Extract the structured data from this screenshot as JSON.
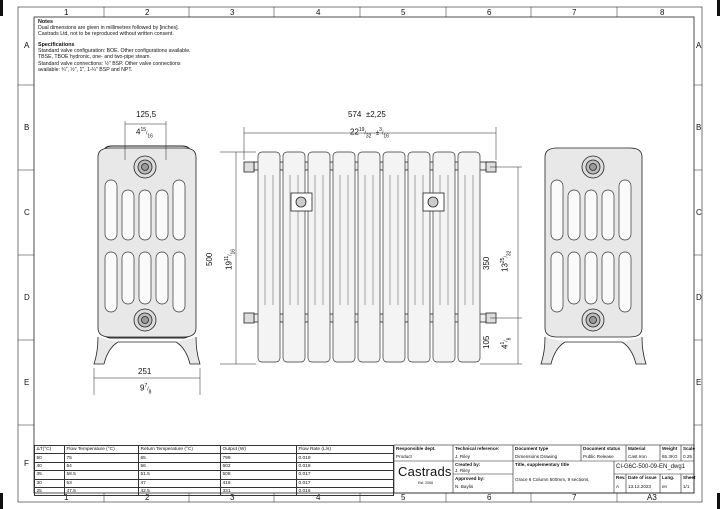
{
  "notes": {
    "heading": "Notes",
    "lines": [
      "Dual dimensions are given in millimetres followed by [inches].",
      "Castrads Ltd, not to be reproduced without written consent."
    ],
    "spec_heading": "Specifications",
    "spec_lines": [
      "Standard valve configuration: BOE. Other configurations available.",
      "TBSE, TBOE hydronic, one- and two-pipe steam.",
      "Standard valve connections: ½\" BSP. Other valve connections",
      "available: ¾\", ½\", 1\", 1-¼\" BSP and NPT."
    ]
  },
  "grid": {
    "columns": [
      "1",
      "2",
      "3",
      "4",
      "5",
      "6",
      "7",
      "8"
    ],
    "rows": [
      "A",
      "B",
      "C",
      "D",
      "E",
      "F"
    ]
  },
  "dimensions": {
    "side_depth_mm": "125,5",
    "side_depth_in_whole": "4",
    "side_depth_in_num": "15",
    "side_depth_in_den": "16",
    "width_mm": "574",
    "width_tol_mm": "±2,25",
    "width_in_whole": "22",
    "width_in_num": "19",
    "width_in_den": "32",
    "width_tol_in_num": "3",
    "width_tol_in_den": "16",
    "height_mm": "500",
    "height_in_whole": "19",
    "height_in_num": "11",
    "height_in_den": "16",
    "centers_mm": "350",
    "centers_in_whole": "13",
    "centers_in_num": "25",
    "centers_in_den": "32",
    "floor_mm": "105",
    "floor_in_whole": "4",
    "floor_in_num": "1",
    "floor_in_den": "8",
    "foot_mm": "251",
    "foot_in_whole": "9",
    "foot_in_num": "7",
    "foot_in_den": "8"
  },
  "performance_table": {
    "headers": [
      "ΔT(°C)",
      "Flow Temperature (°C)",
      "Return Temperature (°C)",
      "Output (W)",
      "Flow Rate (L/s)"
    ],
    "rows": [
      [
        "50",
        "75",
        "65",
        "799",
        "0.019"
      ],
      [
        "40",
        "64",
        "56",
        "602",
        "0.018"
      ],
      [
        "35",
        "58.5",
        "51.5",
        "508",
        "0.017"
      ],
      [
        "30",
        "53",
        "47",
        "418",
        "0.017"
      ],
      [
        "25",
        "47.5",
        "42.5",
        "331",
        "0.016"
      ]
    ]
  },
  "title_block": {
    "responsible_dept_label": "Responsible dept.",
    "responsible_dept": "Product",
    "technical_ref_label": "Technical reference:",
    "technical_ref": "J. Riley",
    "created_by_label": "Created by:",
    "created_by": "J. Riley",
    "approved_by_label": "Approved by:",
    "approved_by": "N. Baylis",
    "doc_type_label": "Document type",
    "doc_type": "Dimensions Drawing",
    "doc_status_label": "Document status",
    "doc_status": "Public Release",
    "material_label": "Material",
    "material": "Cast Iron",
    "weight_label": "Weight",
    "weight": "65.3KG",
    "scale_label": "Scale",
    "scale": "0.25",
    "title_label": "Title, supplementary title",
    "title": "Grace 6 Column 500mm, 9 sections,",
    "drawing_number": "CI-G6C-500-09-EN_dwg1",
    "rev_label": "Rev.",
    "rev": "A",
    "date_label": "Date of issue",
    "date": "13.12.2023",
    "lang_label": "Lang.",
    "lang": "en",
    "sheet_label": "Sheet",
    "sheet": "1/1",
    "sheet_size": "A3",
    "company": "Castrads",
    "company_sub": "Est. 2006"
  }
}
